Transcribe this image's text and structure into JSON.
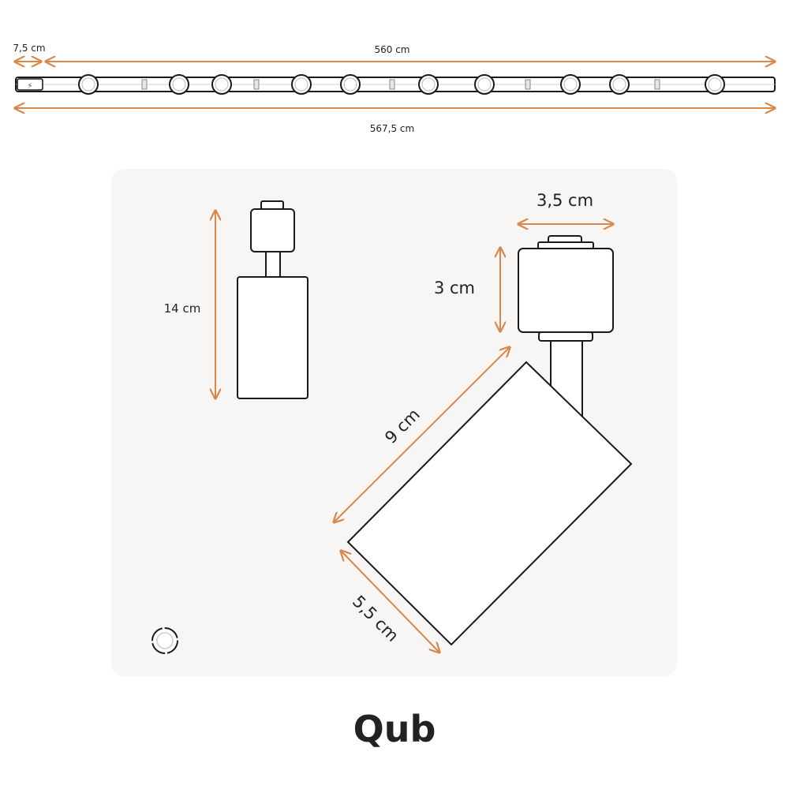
{
  "track": {
    "left_segment_label": "7,5 cm",
    "rail_length_label": "560 cm",
    "total_length_label": "567,5 cm"
  },
  "spot_front": {
    "height_label": "14 cm"
  },
  "spot_detail": {
    "adapter_width_label": "3,5 cm",
    "adapter_height_label": "3 cm",
    "cylinder_length_label": "9 cm",
    "cylinder_diameter_label": "5,5 cm"
  },
  "brand": {
    "logo_text": "Qub"
  },
  "colors": {
    "dimension_arrow": "#d9874a",
    "outline": "#1a1a1a",
    "panel_background": "#f8f6f4"
  }
}
